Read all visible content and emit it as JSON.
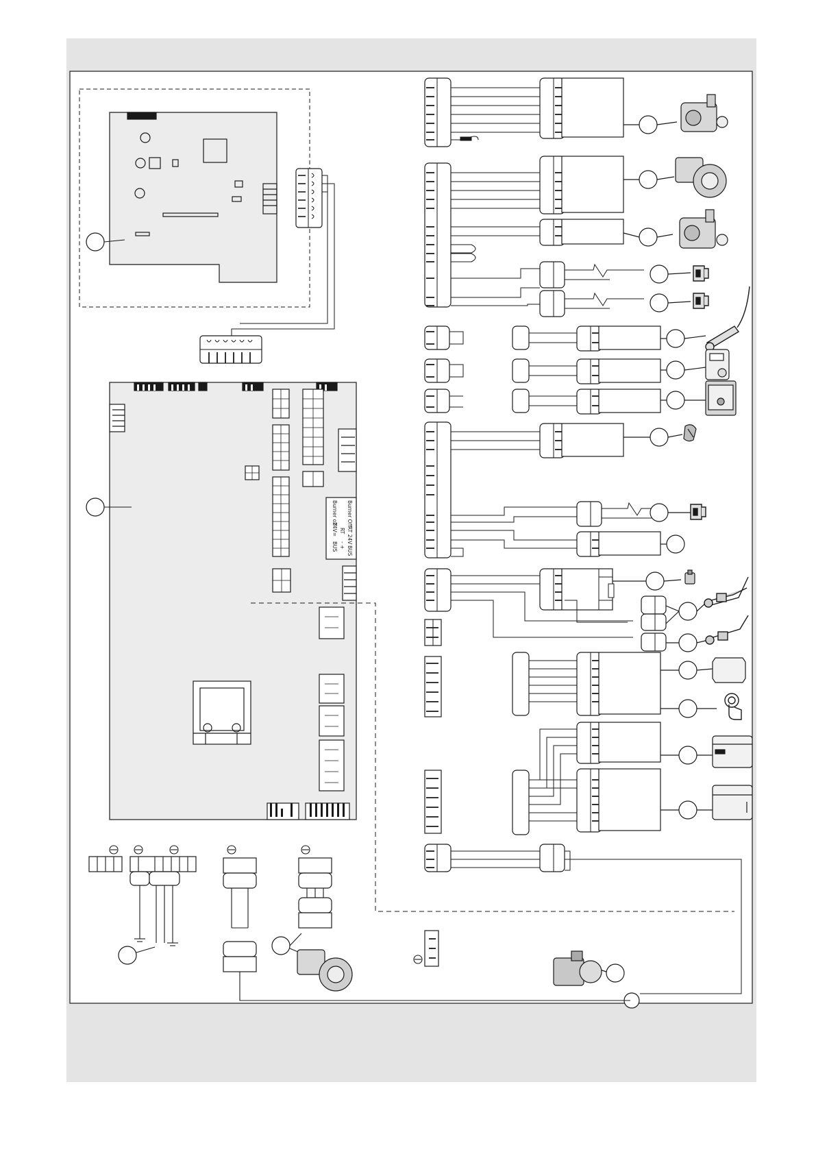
{
  "board_labels": {
    "burner_off": "Burner Off",
    "burner_off_rotated": "Burner off",
    "rt_24v": "RT 24V",
    "bus_top": "BUS",
    "v24": "24V=",
    "rt": "RT",
    "bus_bottom": "BUS",
    "polarity": "- +"
  },
  "colors": {
    "panel_background": "#e4e4e4",
    "diagram_background": "#ffffff",
    "board_fill": "#ececec",
    "line": "#1a1a1a"
  },
  "icons": [
    "gas-valve-icon",
    "fan-icon",
    "gas-valve-2-icon",
    "sensor-clip-icon",
    "sensor-clip-2-icon",
    "rod-sensor-icon",
    "room-controller-icon",
    "control-module-icon",
    "small-sensor-icon",
    "sensor-clip-3-icon",
    "pressure-switch-icon",
    "ignition-electrode-icon",
    "ionisation-electrode-icon",
    "module-box-icon",
    "push-button-icon",
    "controller-box-icon",
    "controller-box-2-icon",
    "fan-bottom-icon",
    "pump-icon"
  ]
}
